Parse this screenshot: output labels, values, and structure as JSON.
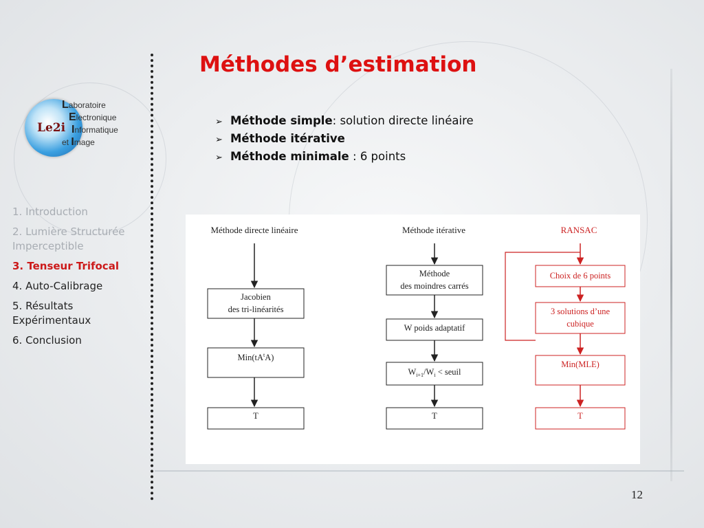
{
  "title": "Méthodes d’estimation",
  "logo": {
    "circle_text": "Le2i",
    "words": [
      {
        "cap": "L",
        "rest": "aboratoire"
      },
      {
        "cap": "E",
        "rest": "lectronique"
      },
      {
        "cap": "I",
        "rest": "nformatique"
      },
      {
        "cap": "",
        "rest": "et ",
        "cap2": "I",
        "rest2": "mage"
      }
    ]
  },
  "nav": [
    {
      "label": "1. Introduction",
      "state": "dim"
    },
    {
      "label": "2. Lumière Structurée Imperceptible",
      "state": "dim"
    },
    {
      "label": "3. Tenseur Trifocal",
      "state": "active"
    },
    {
      "label": "4. Auto-Calibrage",
      "state": "normal"
    },
    {
      "label": "5. Résultats Expérimentaux",
      "state": "normal"
    },
    {
      "label": "6. Conclusion",
      "state": "normal"
    }
  ],
  "bullets": [
    {
      "bold": "Méthode simple",
      "rest": ": solution directe linéaire"
    },
    {
      "bold": "Méthode itérative",
      "rest": ""
    },
    {
      "bold": "Méthode minimale",
      "rest": " : 6 points"
    }
  ],
  "diagram": {
    "colors": {
      "black": "#222222",
      "red": "#cc2222"
    },
    "col1": {
      "header": "Méthode directe linéaire",
      "box1": [
        "Jacobien",
        "des tri-linéarités"
      ],
      "box2_main": "Min(tA",
      "box2_sup": "t",
      "box2_end": "A)",
      "box3": "T"
    },
    "col2": {
      "header": "Méthode itérative",
      "box1": [
        "Méthode",
        "des moindres carrés"
      ],
      "box2": "W poids adaptatif",
      "box3_w1": "W",
      "box3_sub1": "i+1",
      "box3_mid": "/W",
      "box3_sub2": "i",
      "box3_end": " < seuil",
      "box4": "T"
    },
    "col3": {
      "header": "RANSAC",
      "box1": "Choix de 6 points",
      "box2": [
        "3 solutions d’une",
        "cubique"
      ],
      "box3": "Min(MLE)",
      "box4": "T"
    }
  },
  "page_number": "12"
}
